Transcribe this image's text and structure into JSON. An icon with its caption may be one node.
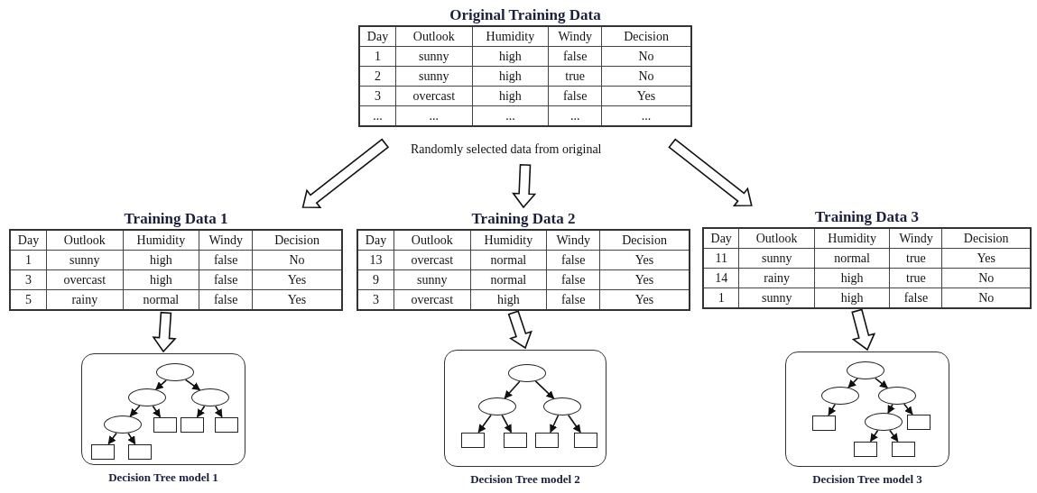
{
  "diagram": {
    "nodes": [
      {
        "text": [
          "Original Training Data",
          "Day",
          "Outlook",
          "Humidity",
          "Windy",
          "Decision",
          "1",
          "sunny",
          "high",
          "false",
          "No",
          "2",
          "sunny",
          "high",
          "true",
          "No",
          "3",
          "overcast",
          "high",
          "false",
          "Yes",
          "...",
          "...",
          "...",
          "...",
          "..."
        ]
      },
      {
        "text": [
          "Training Data 1",
          "Day",
          "Outlook",
          "Humidity",
          "Windy",
          "Decision",
          "1",
          "sunny",
          "high",
          "false",
          "No",
          "3",
          "overcast",
          "high",
          "false",
          "Yes",
          "5",
          "rainy",
          "normal",
          "false",
          "Yes"
        ]
      },
      {
        "text": [
          "Training Data 2",
          "Day",
          "Outlook",
          "Humidity",
          "Windy",
          "Decision",
          "13",
          "overcast",
          "normal",
          "false",
          "Yes",
          "9",
          "sunny",
          "normal",
          "false",
          "Yes",
          "3",
          "overcast",
          "high",
          "false",
          "Yes"
        ]
      },
      {
        "text": [
          "Training Data 3",
          "Day",
          "Outlook",
          "Humidity",
          "Windy",
          "Decision",
          "11",
          "sunny",
          "normal",
          "true",
          "Yes",
          "14",
          "rainy",
          "high",
          "true",
          "No",
          "1",
          "sunny",
          "high",
          "false",
          "No"
        ]
      },
      {
        "text": [
          "Decision Tree model 1"
        ]
      },
      {
        "text": [],
        "shape": "ellipse",
        "in": 4
      },
      {
        "text": [],
        "shape": "ellipse",
        "in": 4
      },
      {
        "text": [],
        "shape": "ellipse",
        "in": 4
      },
      {
        "text": [],
        "shape": "ellipse",
        "in": 4
      },
      {
        "text": [],
        "shape": "box",
        "in": 4
      },
      {
        "text": [],
        "shape": "box",
        "in": 4
      },
      {
        "text": [],
        "shape": "box",
        "in": 4
      },
      {
        "text": [],
        "shape": "box",
        "in": 4
      },
      {
        "text": [],
        "shape": "box",
        "in": 4
      },
      {
        "text": [
          "Decision Tree model 2"
        ]
      },
      {
        "text": [],
        "shape": "ellipse",
        "in": 14
      },
      {
        "text": [],
        "shape": "ellipse",
        "in": 14
      },
      {
        "text": [],
        "shape": "ellipse",
        "in": 14
      },
      {
        "text": [],
        "shape": "box",
        "in": 14
      },
      {
        "text": [],
        "shape": "box",
        "in": 14
      },
      {
        "text": [],
        "shape": "box",
        "in": 14
      },
      {
        "text": [],
        "shape": "box",
        "in": 14
      },
      {
        "text": [
          "Decision Tree model 3"
        ]
      },
      {
        "text": [],
        "shape": "ellipse",
        "in": 22
      },
      {
        "text": [],
        "shape": "ellipse",
        "in": 22
      },
      {
        "text": [],
        "shape": "ellipse",
        "in": 22
      },
      {
        "text": [],
        "shape": "box",
        "in": 22
      },
      {
        "text": [],
        "shape": "ellipse",
        "in": 22
      },
      {
        "text": [],
        "shape": "box",
        "in": 22
      },
      {
        "text": [],
        "shape": "box",
        "in": 22
      },
      {
        "text": [],
        "shape": "box",
        "in": 22
      }
    ],
    "edges": [
      {
        "from": 0,
        "to": 1,
        "arrow": "to",
        "style": "thick"
      },
      {
        "from": 0,
        "to": 2,
        "arrow": "to",
        "style": "thick"
      },
      {
        "from": 0,
        "to": 3,
        "arrow": "to",
        "style": "thick"
      },
      {
        "from": 1,
        "to": 4,
        "arrow": "to",
        "style": "thick"
      },
      {
        "from": 2,
        "to": 14,
        "arrow": "to",
        "style": "thick"
      },
      {
        "from": 3,
        "to": 22,
        "arrow": "to",
        "style": "thick"
      },
      {
        "from": 5,
        "to": 6,
        "arrow": "to"
      },
      {
        "from": 5,
        "to": 7,
        "arrow": "to"
      },
      {
        "from": 6,
        "to": 8,
        "arrow": "to"
      },
      {
        "from": 6,
        "to": 9,
        "arrow": "to"
      },
      {
        "from": 7,
        "to": 10,
        "arrow": "to"
      },
      {
        "from": 7,
        "to": 11,
        "arrow": "to"
      },
      {
        "from": 8,
        "to": 12,
        "arrow": "to"
      },
      {
        "from": 8,
        "to": 13,
        "arrow": "to"
      },
      {
        "from": 15,
        "to": 16,
        "arrow": "to"
      },
      {
        "from": 15,
        "to": 17,
        "arrow": "to"
      },
      {
        "from": 16,
        "to": 18,
        "arrow": "to"
      },
      {
        "from": 16,
        "to": 19,
        "arrow": "to"
      },
      {
        "from": 17,
        "to": 20,
        "arrow": "to"
      },
      {
        "from": 17,
        "to": 21,
        "arrow": "to"
      },
      {
        "from": 23,
        "to": 24,
        "arrow": "to"
      },
      {
        "from": 23,
        "to": 25,
        "arrow": "to"
      },
      {
        "from": 24,
        "to": 26,
        "arrow": "to"
      },
      {
        "from": 25,
        "to": 27,
        "arrow": "to"
      },
      {
        "from": 25,
        "to": 28,
        "arrow": "to"
      },
      {
        "from": 27,
        "to": 29,
        "arrow": "to"
      },
      {
        "from": 27,
        "to": 30,
        "arrow": "to"
      }
    ],
    "labels": [
      "Randomly selected data from original"
    ]
  }
}
